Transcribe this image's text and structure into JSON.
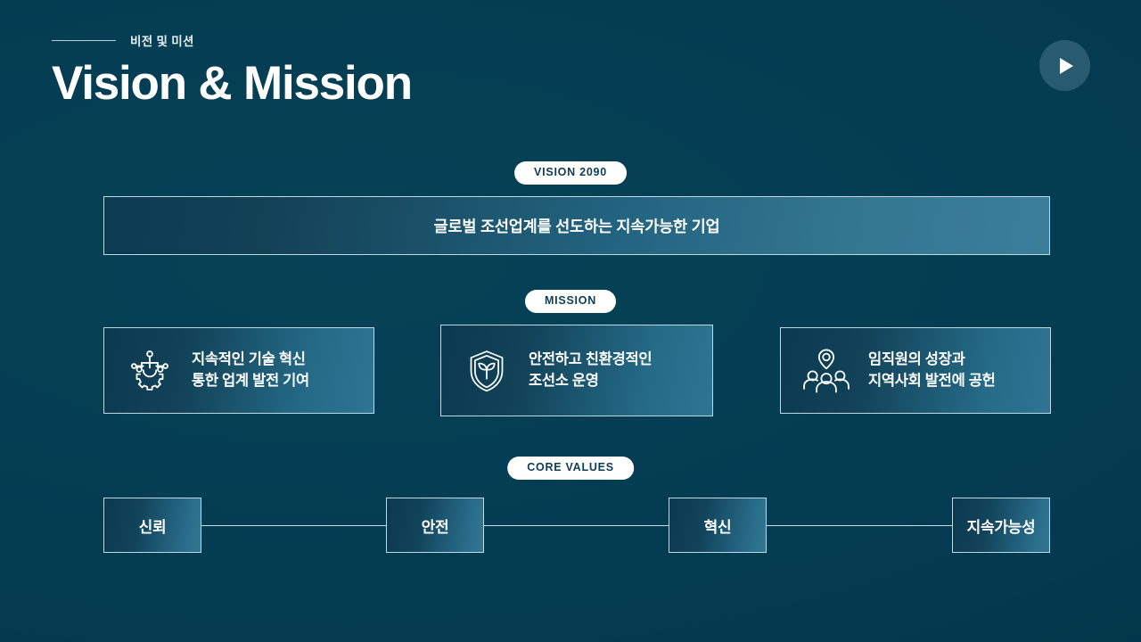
{
  "slide": {
    "eyebrow": "비전 및 미션",
    "title": "Vision & Mission",
    "background_color": "#043b51",
    "accent_color": "#3b7e9b"
  },
  "play_button": {
    "icon": "play-triangle-icon"
  },
  "vision": {
    "pill_label": "VISION 2090",
    "statement": "글로벌 조선업계를 선도하는 지속가능한 기업"
  },
  "mission": {
    "pill_label": "MISSION",
    "cards": [
      {
        "icon": "gear-circuit-icon",
        "text": "지속적인 기술 혁신\n통한 업계 발전 기여"
      },
      {
        "icon": "shield-leaf-icon",
        "text": "안전하고 친환경적인\n조선소 운영"
      },
      {
        "icon": "people-location-icon",
        "text": "임직원의 성장과\n지역사회 발전에 공헌"
      }
    ]
  },
  "core_values": {
    "pill_label": "CORE VALUES",
    "items": [
      {
        "label": "신뢰"
      },
      {
        "label": "안전"
      },
      {
        "label": "혁신"
      },
      {
        "label": "지속가능성"
      }
    ]
  }
}
